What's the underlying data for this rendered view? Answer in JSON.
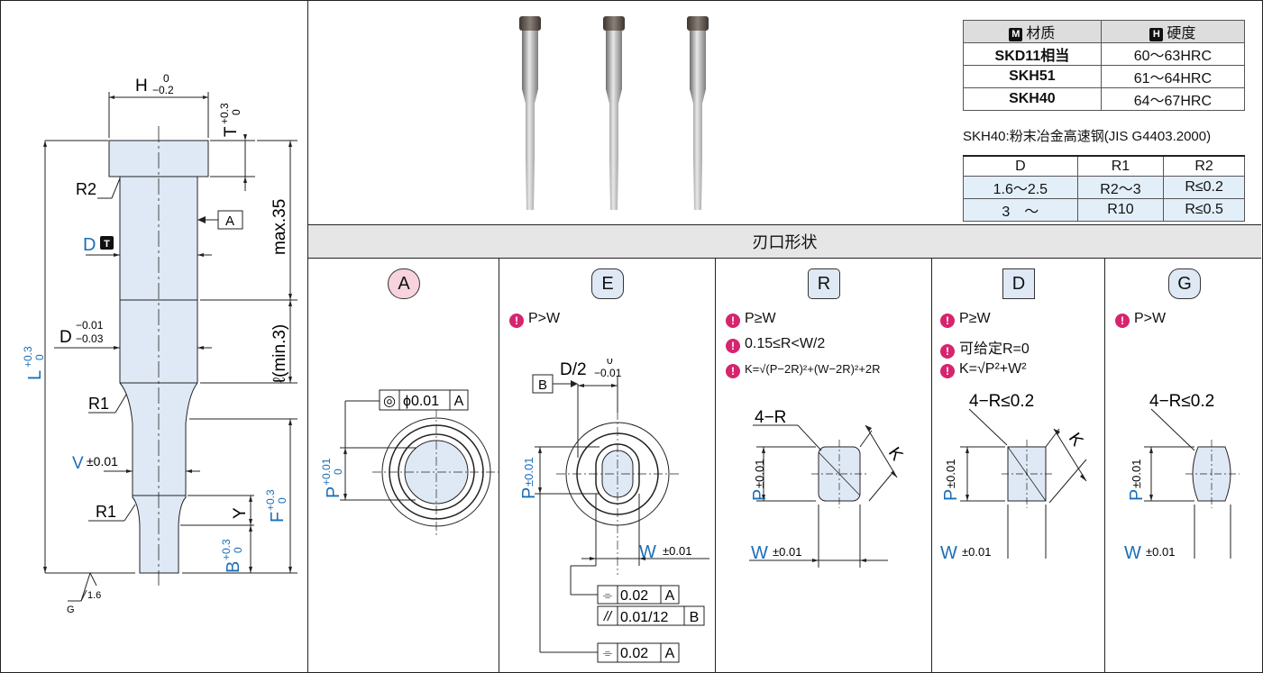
{
  "material_table": {
    "header": {
      "material_badge": "M",
      "material": "材质",
      "hardness_badge": "H",
      "hardness": "硬度"
    },
    "rows": [
      {
        "material": "SKD11相当",
        "hardness": "60～63HRC"
      },
      {
        "material": "SKH51",
        "hardness": "61～64HRC"
      },
      {
        "material": "SKH40",
        "hardness": "64～67HRC"
      }
    ]
  },
  "note": "SKH40:粉末冶金高速钢(JIS G4403.2000)",
  "radius_table": {
    "headers": [
      "D",
      "R1",
      "R2"
    ],
    "rows": [
      [
        "1.6～2.5",
        "R2～3",
        "R≤0.2"
      ],
      [
        "3　～",
        "R10",
        "R≤0.5"
      ]
    ]
  },
  "section_title": "刃口形状",
  "panels": [
    {
      "label": "A",
      "conditions": [
        "P>W"
      ]
    },
    {
      "label": "E",
      "conditions": [
        "P>W"
      ]
    },
    {
      "label": "R",
      "conditions": [
        "P≥W",
        "0.15≤R<W/2",
        "K=√(P−2R)²+(W−2R)²+2R"
      ]
    },
    {
      "label": "D",
      "conditions": [
        "P≥W",
        "可给定R=0",
        "K=√P²+W²"
      ]
    },
    {
      "label": "G",
      "conditions": [
        "P>W"
      ]
    }
  ],
  "dims": {
    "H": "H",
    "H_tol_up": "0",
    "H_tol_dn": "−0.2",
    "T": "T",
    "T_tol_up": "+0.3",
    "T_tol_dn": "0",
    "max35": "max.35",
    "R2": "R2",
    "D_badge_label": "D",
    "D_badge": "T",
    "A_box": "A",
    "D2": "D",
    "D2_tol_up": "−0.01",
    "D2_tol_dn": "−0.03",
    "l_min": "ℓ(min.3)",
    "L": "L",
    "L_tol_up": "+0.3",
    "L_tol_dn": "0",
    "R1a": "R1",
    "V": "V",
    "V_tol": "±0.01",
    "R1b": "R1",
    "Y": "Y",
    "F": "F",
    "F_tol_up": "+0.3",
    "F_tol_dn": "0",
    "B": "B",
    "B_tol_up": "+0.3",
    "B_tol_dn": "0",
    "G": "G",
    "rough": "1.6"
  },
  "panelA": {
    "coax": "◎",
    "phi": "ϕ0.01",
    "ref": "A",
    "P": "P",
    "P_tol_up": "+0.01",
    "P_tol_dn": "0"
  },
  "panelE": {
    "ref": "B",
    "D2": "D/2",
    "D2_up": "0",
    "D2_dn": "−0.01",
    "P": "P",
    "P_tol": "±0.01",
    "W": "W",
    "W_tol": "±0.01",
    "sym": "⌯",
    "v1": "0.02",
    "r1": "A",
    "par": "//",
    "v2": "0.01/12",
    "r2": "B",
    "v3": "0.02",
    "r3": "A"
  },
  "panelR": {
    "label": "4−R",
    "K": "K",
    "P": "P",
    "P_tol": "±0.01",
    "W": "W",
    "W_tol": "±0.01"
  },
  "panelD": {
    "label": "4−R≤0.2",
    "K": "K",
    "P": "P",
    "P_tol": "±0.01",
    "W": "W",
    "W_tol": "±0.01"
  },
  "panelG": {
    "label": "4−R≤0.2",
    "P": "P",
    "P_tol": "±0.01",
    "W": "W",
    "W_tol": "±0.01"
  },
  "colors": {
    "blue": "#1a6eb8",
    "pink": "#d6246e",
    "fill": "#dfe9f5"
  }
}
